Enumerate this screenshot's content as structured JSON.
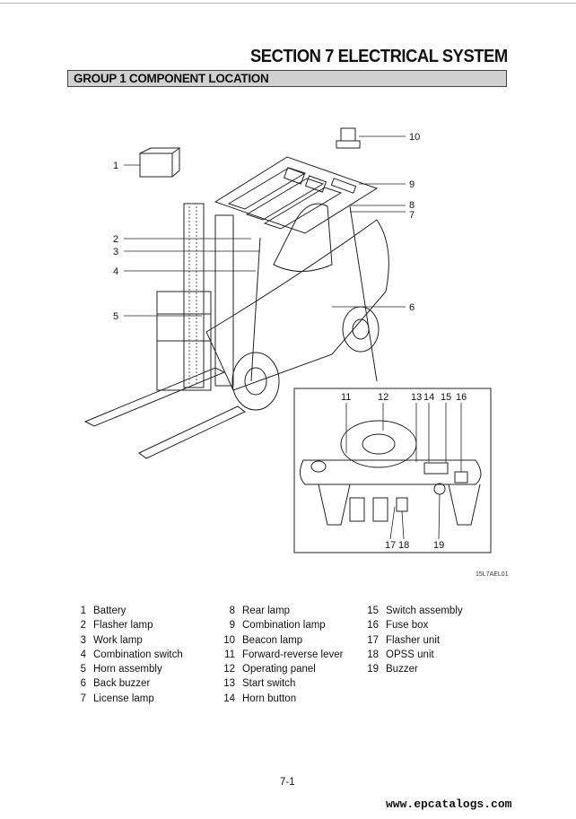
{
  "section_title": "SECTION 7 ELECTRICAL SYSTEM",
  "group_title": "GROUP 1 COMPONENT LOCATION",
  "figure": {
    "code": "15L7AEL01",
    "callouts": [
      "1",
      "2",
      "3",
      "4",
      "5",
      "6",
      "7",
      "8",
      "9",
      "10",
      "11",
      "12",
      "13",
      "14",
      "15",
      "16",
      "17",
      "18",
      "19"
    ]
  },
  "legend": {
    "col1": [
      {
        "num": "1",
        "name": "Battery"
      },
      {
        "num": "2",
        "name": "Flasher lamp"
      },
      {
        "num": "3",
        "name": "Work lamp"
      },
      {
        "num": "4",
        "name": "Combination switch"
      },
      {
        "num": "5",
        "name": "Horn assembly"
      },
      {
        "num": "6",
        "name": "Back buzzer"
      },
      {
        "num": "7",
        "name": "License lamp"
      }
    ],
    "col2": [
      {
        "num": "8",
        "name": "Rear lamp"
      },
      {
        "num": "9",
        "name": "Combination lamp"
      },
      {
        "num": "10",
        "name": "Beacon lamp"
      },
      {
        "num": "11",
        "name": "Forward-reverse lever"
      },
      {
        "num": "12",
        "name": "Operating panel"
      },
      {
        "num": "13",
        "name": "Start switch"
      },
      {
        "num": "14",
        "name": "Horn button"
      }
    ],
    "col3": [
      {
        "num": "15",
        "name": "Switch assembly"
      },
      {
        "num": "16",
        "name": "Fuse box"
      },
      {
        "num": "17",
        "name": "Flasher unit"
      },
      {
        "num": "18",
        "name": "OPSS unit"
      },
      {
        "num": "19",
        "name": "Buzzer"
      }
    ]
  },
  "page_number": "7-1",
  "watermark": "www.epcatalogs.com"
}
